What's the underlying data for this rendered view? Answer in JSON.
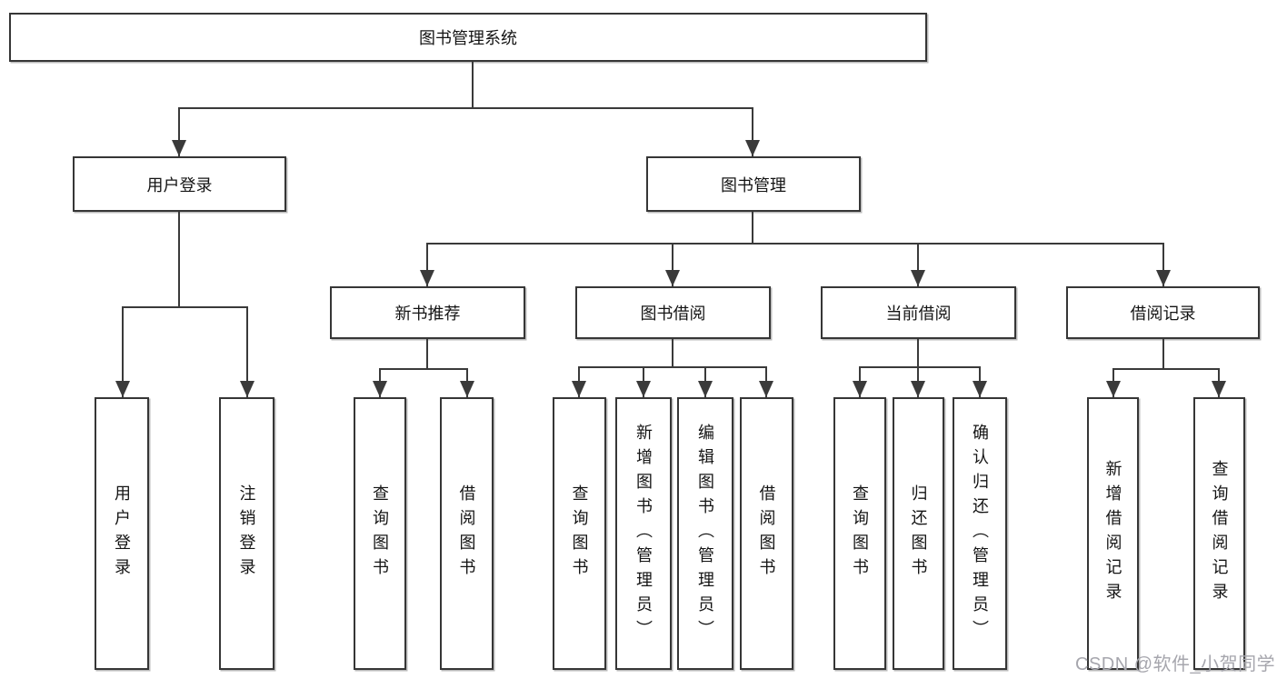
{
  "tree": {
    "label": "图书管理系统",
    "children": [
      {
        "label": "用户登录",
        "children": [
          {
            "label": "用户登录"
          },
          {
            "label": "注销登录"
          }
        ]
      },
      {
        "label": "图书管理",
        "children": [
          {
            "label": "新书推荐",
            "children": [
              {
                "label": "查询图书"
              },
              {
                "label": "借阅图书"
              }
            ]
          },
          {
            "label": "图书借阅",
            "children": [
              {
                "label": "查询图书"
              },
              {
                "label": "新增图书（管理员）"
              },
              {
                "label": "编辑图书（管理员）"
              },
              {
                "label": "借阅图书"
              }
            ]
          },
          {
            "label": "当前借阅",
            "children": [
              {
                "label": "查询图书"
              },
              {
                "label": "归还图书"
              },
              {
                "label": "确认归还（管理员）"
              }
            ]
          },
          {
            "label": "借阅记录",
            "children": [
              {
                "label": "新增借阅记录"
              },
              {
                "label": "查询借阅记录"
              }
            ]
          }
        ]
      }
    ]
  },
  "watermark": {
    "text": "CSDN @软件_小贺同学"
  },
  "colors": {
    "line": "#3a3a3a",
    "box_border": "#363636",
    "box_fill": "#ffffff",
    "text": "#141414",
    "background": "#ffffff",
    "watermark": "#a6a6ad"
  }
}
